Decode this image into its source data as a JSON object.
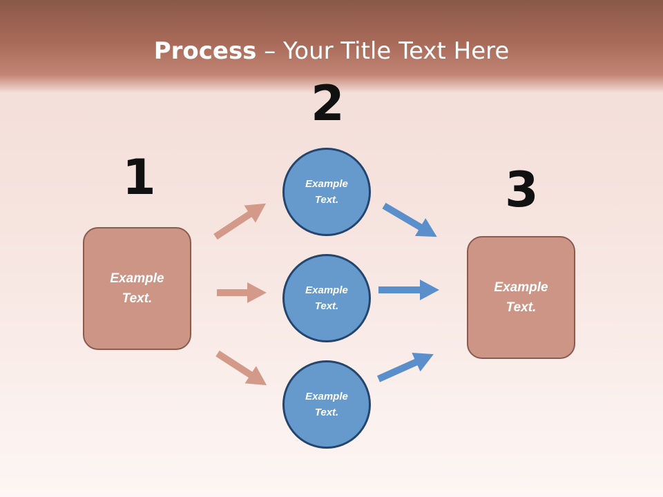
{
  "slide": {
    "title_bold": "Process",
    "title_rest": " – Your Title Text Here"
  },
  "stages": {
    "one": {
      "number": "1",
      "box_text": "Example Text."
    },
    "two": {
      "number": "2",
      "circles": [
        "Example Text.",
        "Example Text.",
        "Example Text."
      ]
    },
    "three": {
      "number": "3",
      "box_text": "Example Text."
    }
  },
  "colors": {
    "box_fill": "#cc9585",
    "circle_fill": "#6699cc",
    "left_arrows": "#d39a8a",
    "right_arrows": "#5b8fcb"
  }
}
